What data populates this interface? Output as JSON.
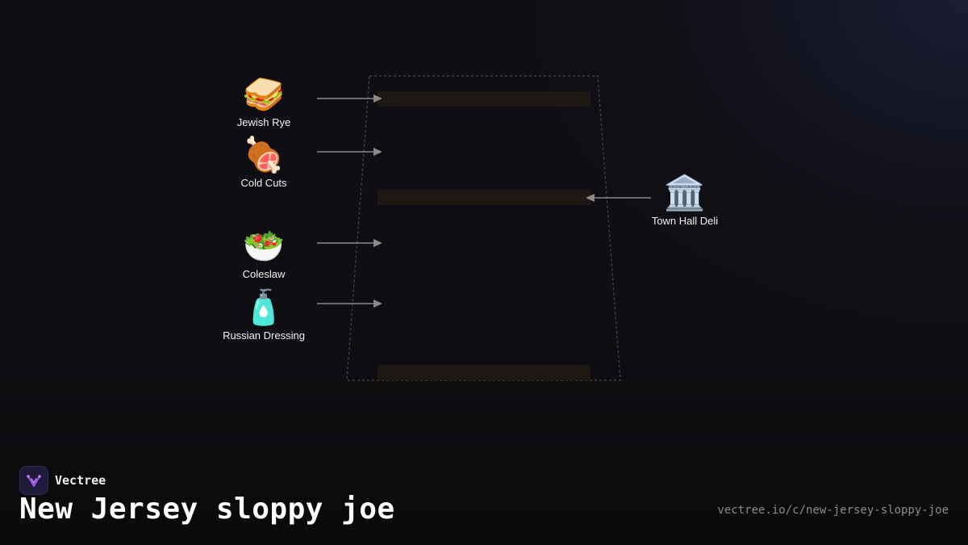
{
  "diagram": {
    "inputs": [
      {
        "label": "Jewish Rye",
        "icon": "sandwich-icon",
        "glyph": "🥪"
      },
      {
        "label": "Cold Cuts",
        "icon": "meat-on-bone-icon",
        "glyph": "🍖"
      },
      {
        "label": "Coleslaw",
        "icon": "salad-icon",
        "glyph": "🥗"
      },
      {
        "label": "Russian Dressing",
        "icon": "lotion-bottle-icon",
        "glyph": "🧴"
      }
    ],
    "source": {
      "label": "Town Hall Deli",
      "icon": "classical-building-icon",
      "glyph": "🏛️"
    },
    "colors": {
      "background": "#0f0f13",
      "arrow": "#8a8a8a",
      "glass_outline": "#4a4a4a",
      "layer": "#1d1814"
    }
  },
  "footer": {
    "brand": "Vectree",
    "title": "New Jersey sloppy joe",
    "url": "vectree.io/c/new-jersey-sloppy-joe"
  }
}
